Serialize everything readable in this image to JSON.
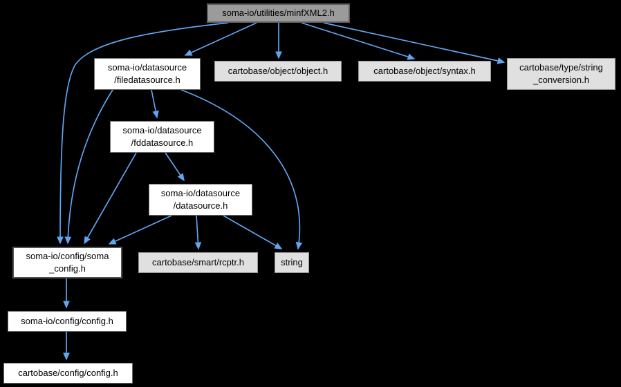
{
  "colors": {
    "bg": "#000000",
    "edge": "#5fa5f0",
    "main_fill": "#9b9b9b",
    "main_border": "#5e5e5e",
    "gray_fill": "#e0e0e0",
    "gray_border": "#969696",
    "white_fill": "#ffffff",
    "white_border": "#6f6f6f",
    "strong_border": "#525252",
    "text": "#000000"
  },
  "graph": {
    "nodes": [
      {
        "id": "minfXML2",
        "label": "soma-io/utilities/minfXML2.h",
        "style": "main"
      },
      {
        "id": "filedatasource",
        "label": "soma-io/datasource\n/filedatasource.h",
        "style": "white"
      },
      {
        "id": "object",
        "label": "cartobase/object/object.h",
        "style": "gray"
      },
      {
        "id": "syntax",
        "label": "cartobase/object/syntax.h",
        "style": "gray"
      },
      {
        "id": "string_conversion",
        "label": "cartobase/type/string\n_conversion.h",
        "style": "gray"
      },
      {
        "id": "fddatasource",
        "label": "soma-io/datasource\n/fddatasource.h",
        "style": "white"
      },
      {
        "id": "datasource",
        "label": "soma-io/datasource\n/datasource.h",
        "style": "white"
      },
      {
        "id": "soma_config",
        "label": "soma-io/config/soma\n_config.h",
        "style": "whitestrong"
      },
      {
        "id": "rcptr",
        "label": "cartobase/smart/rcptr.h",
        "style": "gray"
      },
      {
        "id": "string",
        "label": "string",
        "style": "gray"
      },
      {
        "id": "soma_io_config",
        "label": "soma-io/config/config.h",
        "style": "white"
      },
      {
        "id": "cartobase_config",
        "label": "cartobase/config/config.h",
        "style": "white"
      }
    ],
    "edges": [
      {
        "from": "minfXML2",
        "to": "filedatasource"
      },
      {
        "from": "minfXML2",
        "to": "object"
      },
      {
        "from": "minfXML2",
        "to": "syntax"
      },
      {
        "from": "minfXML2",
        "to": "string_conversion"
      },
      {
        "from": "minfXML2",
        "to": "soma_config"
      },
      {
        "from": "filedatasource",
        "to": "fddatasource"
      },
      {
        "from": "filedatasource",
        "to": "soma_config"
      },
      {
        "from": "filedatasource",
        "to": "string"
      },
      {
        "from": "fddatasource",
        "to": "datasource"
      },
      {
        "from": "fddatasource",
        "to": "soma_config"
      },
      {
        "from": "datasource",
        "to": "soma_config"
      },
      {
        "from": "datasource",
        "to": "rcptr"
      },
      {
        "from": "datasource",
        "to": "string"
      },
      {
        "from": "soma_config",
        "to": "soma_io_config"
      },
      {
        "from": "soma_io_config",
        "to": "cartobase_config"
      }
    ]
  }
}
